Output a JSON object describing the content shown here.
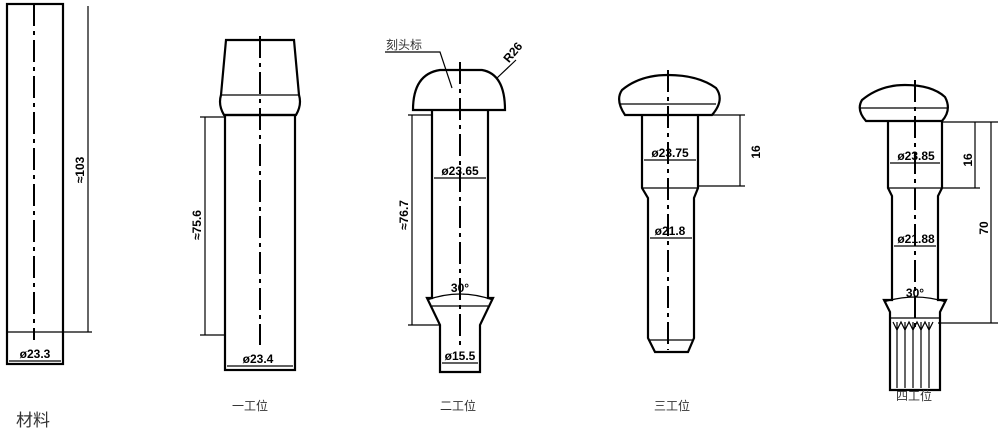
{
  "material": {
    "caption": "材料",
    "length": "≈103",
    "diameter": "ø23.3"
  },
  "station1": {
    "caption": "一工位",
    "length": "≈75.6",
    "diameter": "ø23.4"
  },
  "station2": {
    "caption": "二工位",
    "mark_label": "刻头标",
    "radius": "R26",
    "length": "≈76.7",
    "diameter_shank": "ø23.65",
    "angle": "30°",
    "diameter_end": "ø15.5"
  },
  "station3": {
    "caption": "三工位",
    "length_upper": "16",
    "diameter_upper": "ø23.75",
    "diameter_lower": "ø21.8"
  },
  "station4": {
    "caption": "四工位",
    "length_upper": "16",
    "length_total": "70",
    "diameter_upper": "ø23.85",
    "diameter_lower": "ø21.88",
    "angle": "30°"
  }
}
